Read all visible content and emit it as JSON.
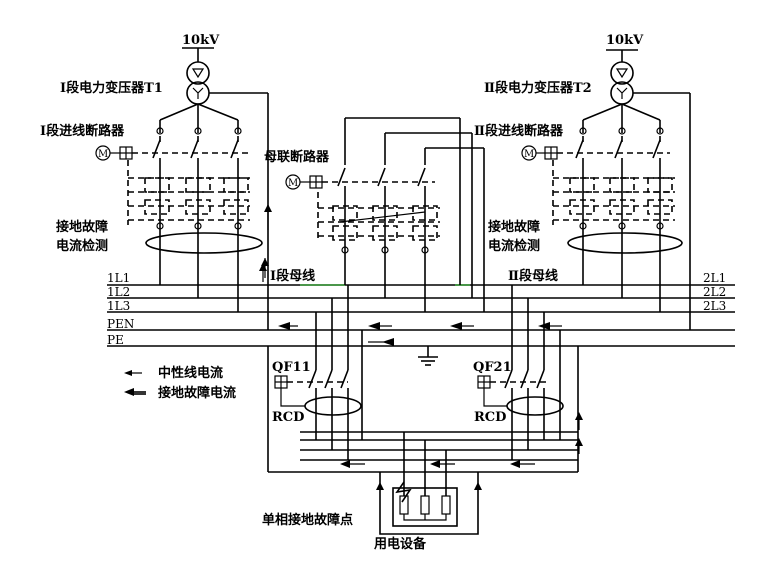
{
  "labels": {
    "voltage_left": "10kV",
    "voltage_right": "10kV",
    "transformer_t1": "Ⅰ段电力变压器T1",
    "transformer_t2": "Ⅱ段电力变压器T2",
    "incoming_breaker_1": "Ⅰ段进线断路器",
    "incoming_breaker_2": "Ⅱ段进线断路器",
    "bus_tie_breaker": "母联断路器",
    "ground_fault_detect_1a": "接地故障",
    "ground_fault_detect_1b": "电流检测",
    "ground_fault_detect_2a": "接地故障",
    "ground_fault_detect_2b": "电流检测",
    "bus_section_1": "Ⅰ段母线",
    "bus_section_2": "Ⅱ段母线",
    "neutral_current": "中性线电流",
    "ground_fault_current": "接地故障电流",
    "qf11": "QF11",
    "qf21": "QF21",
    "rcd_1": "RCD",
    "rcd_2": "RCD",
    "fault_point": "单相接地故障点",
    "equipment": "用电设备",
    "motor": "M"
  },
  "buses": {
    "left": [
      "1L1",
      "1L2",
      "1L3",
      "PEN",
      "PE"
    ],
    "right": [
      "2L1",
      "2L2",
      "2L3"
    ]
  }
}
